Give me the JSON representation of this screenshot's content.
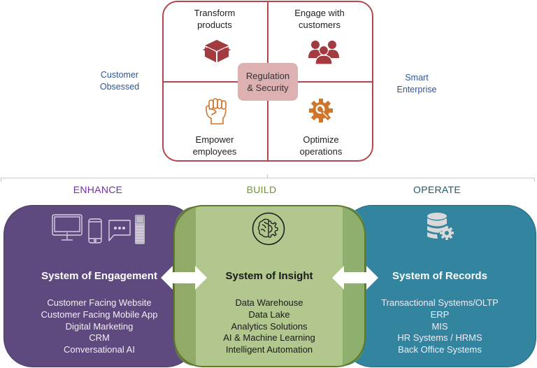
{
  "quadrant": {
    "top_left": {
      "line1": "Transform",
      "line2": "products",
      "icon": "box-icon"
    },
    "top_right": {
      "line1": "Engage with",
      "line2": "customers",
      "icon": "people-icon"
    },
    "bottom_left": {
      "line1": "Empower",
      "line2": "employees",
      "icon": "fist-icon"
    },
    "bottom_right": {
      "line1": "Optimize",
      "line2": "operations",
      "icon": "gear-wrench-icon"
    },
    "center": {
      "line1": "Regulation",
      "line2": "& Security"
    },
    "left_label": {
      "line1": "Customer",
      "line2": "Obsessed"
    },
    "right_label": {
      "line1": "Smart",
      "line2": "Enterprise"
    }
  },
  "phases": [
    {
      "label": "ENHANCE",
      "color": "#7030a0"
    },
    {
      "label": "BUILD",
      "color": "#70913a"
    },
    {
      "label": "OPERATE",
      "color": "#215968"
    }
  ],
  "systems": [
    {
      "title": "System of Engagement",
      "icons": [
        "monitor-icon",
        "smartphone-icon",
        "chat-bubble-icon",
        "smart-speaker-icon"
      ],
      "items": [
        "Customer Facing Website",
        "Customer Facing Mobile App",
        "Digital Marketing",
        "CRM",
        "Conversational AI"
      ]
    },
    {
      "title": "System of Insight",
      "icons": [
        "brain-gear-icon"
      ],
      "items": [
        "Data Warehouse",
        "Data Lake",
        "Analytics Solutions",
        "AI & Machine Learning",
        "Intelligent Automation"
      ]
    },
    {
      "title": "System of Records",
      "icons": [
        "database-gear-icon"
      ],
      "items": [
        "Transactional Systems/OLTP",
        "ERP",
        "MIS",
        "HR Systems / HRMS",
        "Back Office Systems"
      ]
    }
  ],
  "colors": {
    "quadrant_border": "#b5474c",
    "icon_red": "#a23a3f",
    "icon_orange": "#d0742a",
    "engagement": "#5e4a7e",
    "insight": "#9cb76e",
    "records": "#32849f"
  }
}
